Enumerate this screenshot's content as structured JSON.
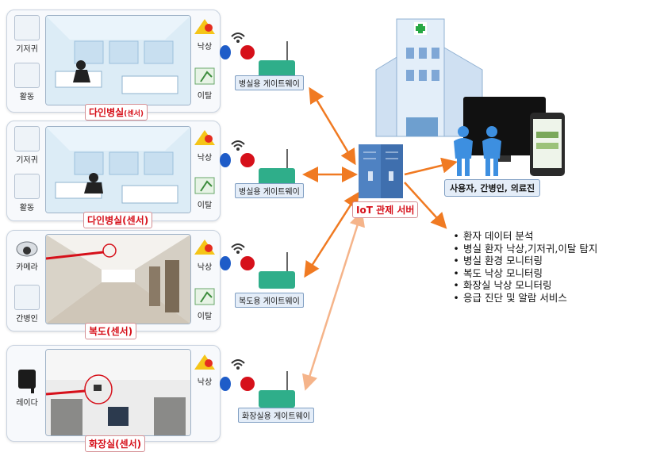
{
  "panels": [
    {
      "label": "다인병실",
      "label_suffix": "(센서)",
      "side": [
        "기저귀",
        "활동"
      ],
      "events": [
        "낙상",
        "이탈"
      ],
      "gateway": "병실용 게이트웨이"
    },
    {
      "label": "다인병실(센서)",
      "label_suffix": "",
      "side": [
        "기저귀",
        "활동"
      ],
      "events": [
        "낙상",
        "이탈"
      ],
      "gateway": "병실용 게이트웨이"
    },
    {
      "label": "복도(센서)",
      "label_suffix": "",
      "side": [
        "카메라",
        "간병인"
      ],
      "events": [
        "낙상",
        "이탈"
      ],
      "gateway": "복도용 게이트웨이"
    },
    {
      "label": "화장실(센서)",
      "label_suffix": "",
      "side": [
        "레이다"
      ],
      "events": [
        "낙상"
      ],
      "gateway": "화장실용 게이트웨이"
    }
  ],
  "server": {
    "label": "IoT 관제 서버"
  },
  "users": {
    "label": "사용자, 간병인, 의료진"
  },
  "services": [
    "환자 데이터 분석",
    "병실 환자 낙상,기저귀,이탈 탐지",
    "병실 환경 모니터링",
    "복도 낙상 모니터링",
    "화장실 낙상 모니터링",
    "응급 진단 및 알람 서비스"
  ],
  "colors": {
    "arrow": "#f07a22",
    "label_red": "#d6101a",
    "server_blue": "#4f82c2",
    "people_blue": "#3d8fe0"
  }
}
